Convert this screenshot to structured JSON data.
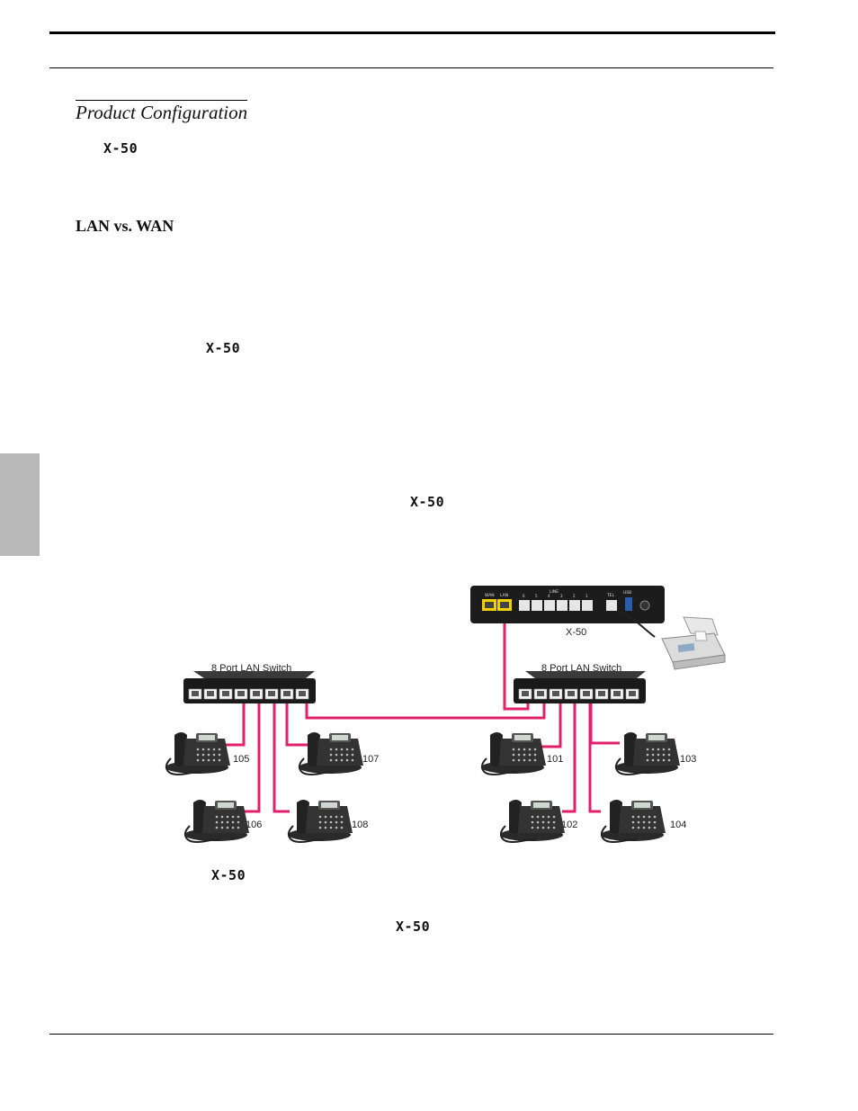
{
  "page": {
    "section_title": "Product Configuration",
    "heading": "LAN vs. WAN",
    "product_refs": [
      "X-50",
      "X-50",
      "X-50",
      "X-50",
      "X-50"
    ]
  },
  "diagram": {
    "device": {
      "label": "X-50",
      "ports": [
        "WAN",
        "LAN",
        "LINE",
        "TEL",
        "USB"
      ],
      "line_numbers": [
        "6",
        "5",
        "4",
        "3",
        "2",
        "1"
      ]
    },
    "switches": [
      {
        "label": "8 Port LAN Switch"
      },
      {
        "label": "8 Port LAN Switch"
      }
    ],
    "phones": [
      "105",
      "107",
      "106",
      "108",
      "101",
      "103",
      "102",
      "104"
    ],
    "colors": {
      "cable": "#e0206a",
      "wan_port": "#f2d100",
      "device_body": "#1c1c1c",
      "switch_body": "#1a1a1a"
    }
  }
}
